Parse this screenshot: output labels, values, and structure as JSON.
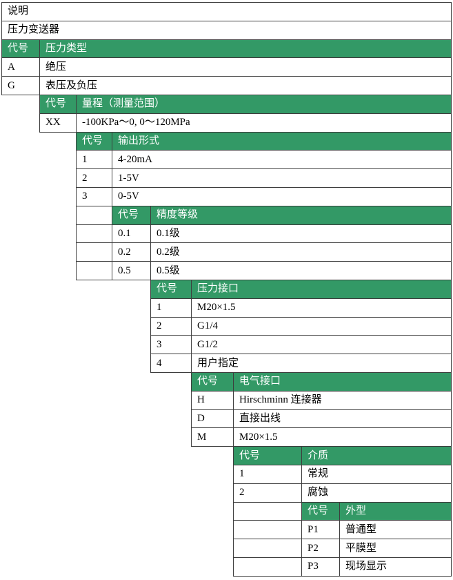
{
  "table": {
    "row_shuoming": "说明",
    "row_product": "压力变送器",
    "sections": [
      {
        "code_label": "代号",
        "title": "压力类型",
        "rows": [
          {
            "code": "A",
            "desc": "绝压"
          },
          {
            "code": "G",
            "desc": "表压及负压"
          }
        ]
      },
      {
        "code_label": "代号",
        "title": "量程（测量范围）",
        "rows": [
          {
            "code": "XX",
            "desc": "-100KPa～0, 0～120MPa"
          }
        ]
      },
      {
        "code_label": "代号",
        "title": "输出形式",
        "rows": [
          {
            "code": "1",
            "desc": "4-20mA"
          },
          {
            "code": "2",
            "desc": "1-5V"
          },
          {
            "code": "3",
            "desc": "0-5V"
          }
        ]
      },
      {
        "code_label": "代号",
        "title": "精度等级",
        "rows": [
          {
            "code": "0.1",
            "desc": "0.1级"
          },
          {
            "code": "0.2",
            "desc": "0.2级"
          },
          {
            "code": "0.5",
            "desc": "0.5级"
          }
        ]
      },
      {
        "code_label": "代号",
        "title": "压力接口",
        "rows": [
          {
            "code": "1",
            "desc": "M20×1.5"
          },
          {
            "code": "2",
            "desc": "G1/4"
          },
          {
            "code": "3",
            "desc": "G1/2"
          },
          {
            "code": "4",
            "desc": "用户指定"
          }
        ]
      },
      {
        "code_label": "代号",
        "title": "电气接口",
        "rows": [
          {
            "code": "H",
            "desc": "Hirschminn 连接器"
          },
          {
            "code": "D",
            "desc": "直接出线"
          },
          {
            "code": "M",
            "desc": "M20×1.5"
          }
        ]
      },
      {
        "code_label": "代号",
        "title": "介质",
        "rows": [
          {
            "code": "1",
            "desc": "常规"
          },
          {
            "code": "2",
            "desc": "腐蚀"
          }
        ]
      },
      {
        "code_label": "代号",
        "title": "外型",
        "rows": [
          {
            "code": "P1",
            "desc": "普通型"
          },
          {
            "code": "P2",
            "desc": "平膜型"
          },
          {
            "code": "P3",
            "desc": "现场显示"
          }
        ]
      }
    ],
    "colors": {
      "header_bg": "#339966",
      "header_text": "#ffffff",
      "border": "#3d3d3d",
      "body_text": "#000000",
      "background": "#ffffff"
    }
  }
}
